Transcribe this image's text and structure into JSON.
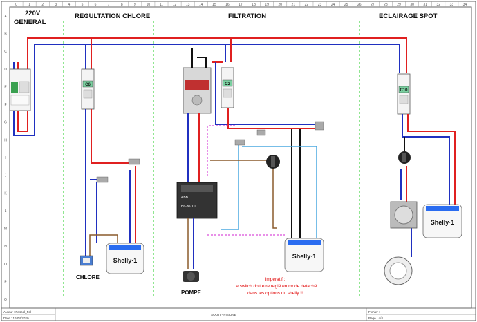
{
  "sections": {
    "supply_line1": "220V",
    "supply_line2": "GENERAL",
    "chlorine": "REGULTATION  CHLORE",
    "filtration": "FILTRATION",
    "lighting": "ECLAIRAGE  SPOT"
  },
  "breakers": {
    "chlorine": "C6",
    "filtration": "C2",
    "lighting": "C10"
  },
  "contactor": {
    "brand": "ABB",
    "model": "B6-30-10"
  },
  "devices": {
    "shelly_brand": "Shelly·1"
  },
  "labels": {
    "chlorinator": "CHLORE",
    "pump": "POMPE"
  },
  "note": {
    "line1": "Imperatif :",
    "line2": "Le switch doit etre reglé en mode detaché",
    "line3": "dans  les options du shelly !!"
  },
  "footer": {
    "author": "Auteur : Pascal_Fal",
    "date": "Date : 16/04/2020",
    "project": "SOOTI - PISCINE",
    "file": "Fichier :",
    "page": "Page : 4/4"
  },
  "ruler": {
    "columns": [
      "0",
      "1",
      "2",
      "3",
      "4",
      "5",
      "6",
      "7",
      "8",
      "9",
      "10",
      "11",
      "12",
      "13",
      "14",
      "15",
      "16",
      "17",
      "18",
      "19",
      "20",
      "21",
      "22",
      "23",
      "24",
      "25",
      "26",
      "27",
      "28",
      "29",
      "30",
      "31",
      "32",
      "33",
      "34"
    ],
    "rows": [
      "A",
      "B",
      "C",
      "D",
      "E",
      "F",
      "G",
      "H",
      "I",
      "J",
      "K",
      "L",
      "M",
      "N",
      "O",
      "P",
      "Q"
    ]
  }
}
